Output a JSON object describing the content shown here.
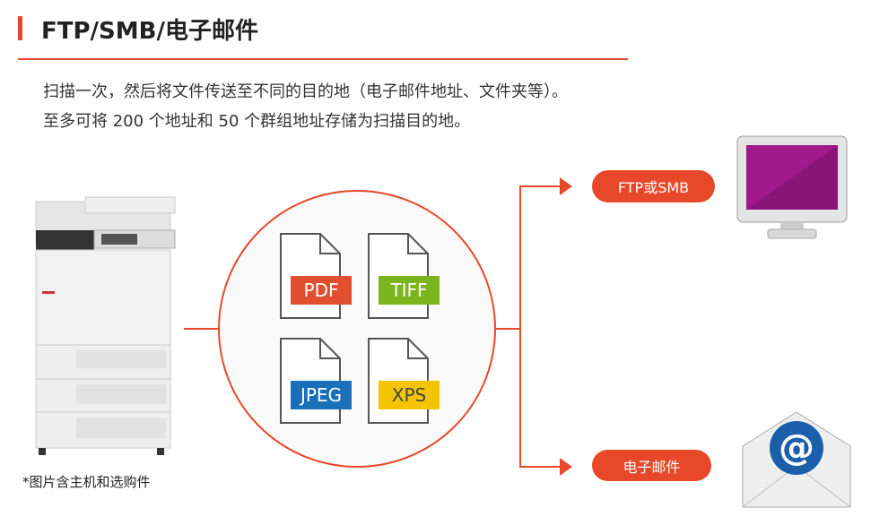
{
  "header": {
    "title": "FTP/SMB/电子邮件"
  },
  "description": [
    "扫描一次，然后将文件传送至不同的目的地（电子邮件地址、文件夹等）。",
    "至多可将 200 个地址和 50 个群组地址存储为扫描目的地。"
  ],
  "formats": [
    {
      "label": "PDF",
      "color": "#e0502e"
    },
    {
      "label": "TIFF",
      "color": "#7ab51d"
    },
    {
      "label": "JPEG",
      "color": "#1a6fb8"
    },
    {
      "label": "XPS",
      "color": "#f5c400"
    }
  ],
  "destinations": {
    "ftp_smb": "FTP或SMB",
    "email": "电子邮件"
  },
  "caption": "*图片含主机和选购件",
  "accent_color": "#e8482a"
}
